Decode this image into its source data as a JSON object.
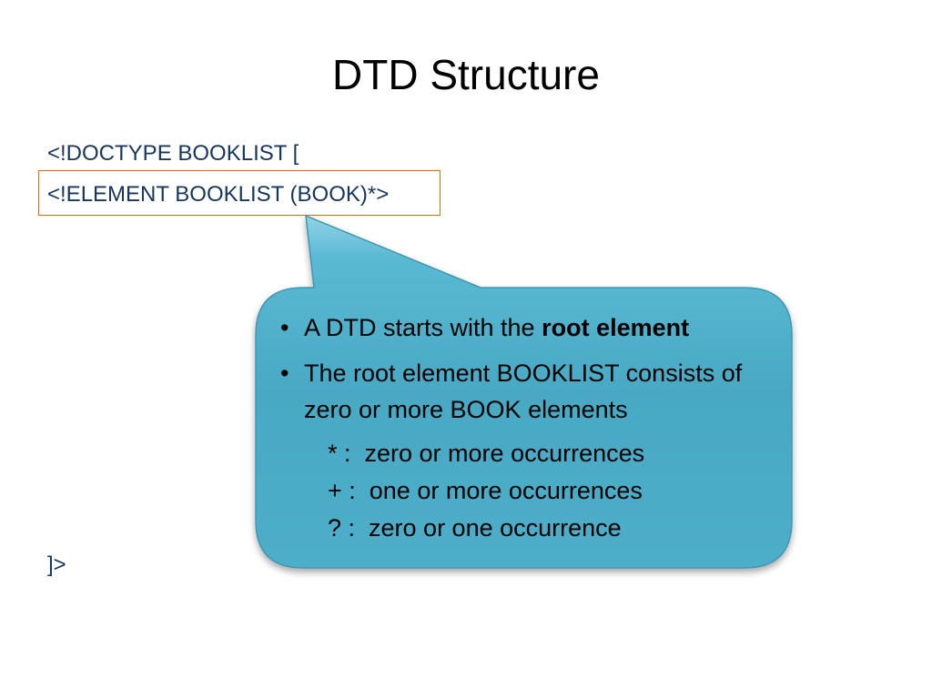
{
  "slide": {
    "title": "DTD Structure"
  },
  "code": {
    "doctype_open": "<!DOCTYPE BOOKLIST [",
    "element_line": "<!ELEMENT BOOKLIST (BOOK)*>",
    "doctype_close": "]>"
  },
  "callout": {
    "bullet1_prefix": "A DTD starts with the ",
    "bullet1_bold": "root element",
    "bullet2": "The root element BOOKLIST consists of zero or more BOOK elements",
    "occurrences": [
      "* :  zero or more occurrences",
      "+ :  one or more occurrences",
      "? :  zero or one occurrence"
    ],
    "bullet_glyph": "•"
  },
  "colors": {
    "code_text": "#17365d",
    "highlight_border": "#e46c0a",
    "callout_fill": "#4bacc6"
  }
}
